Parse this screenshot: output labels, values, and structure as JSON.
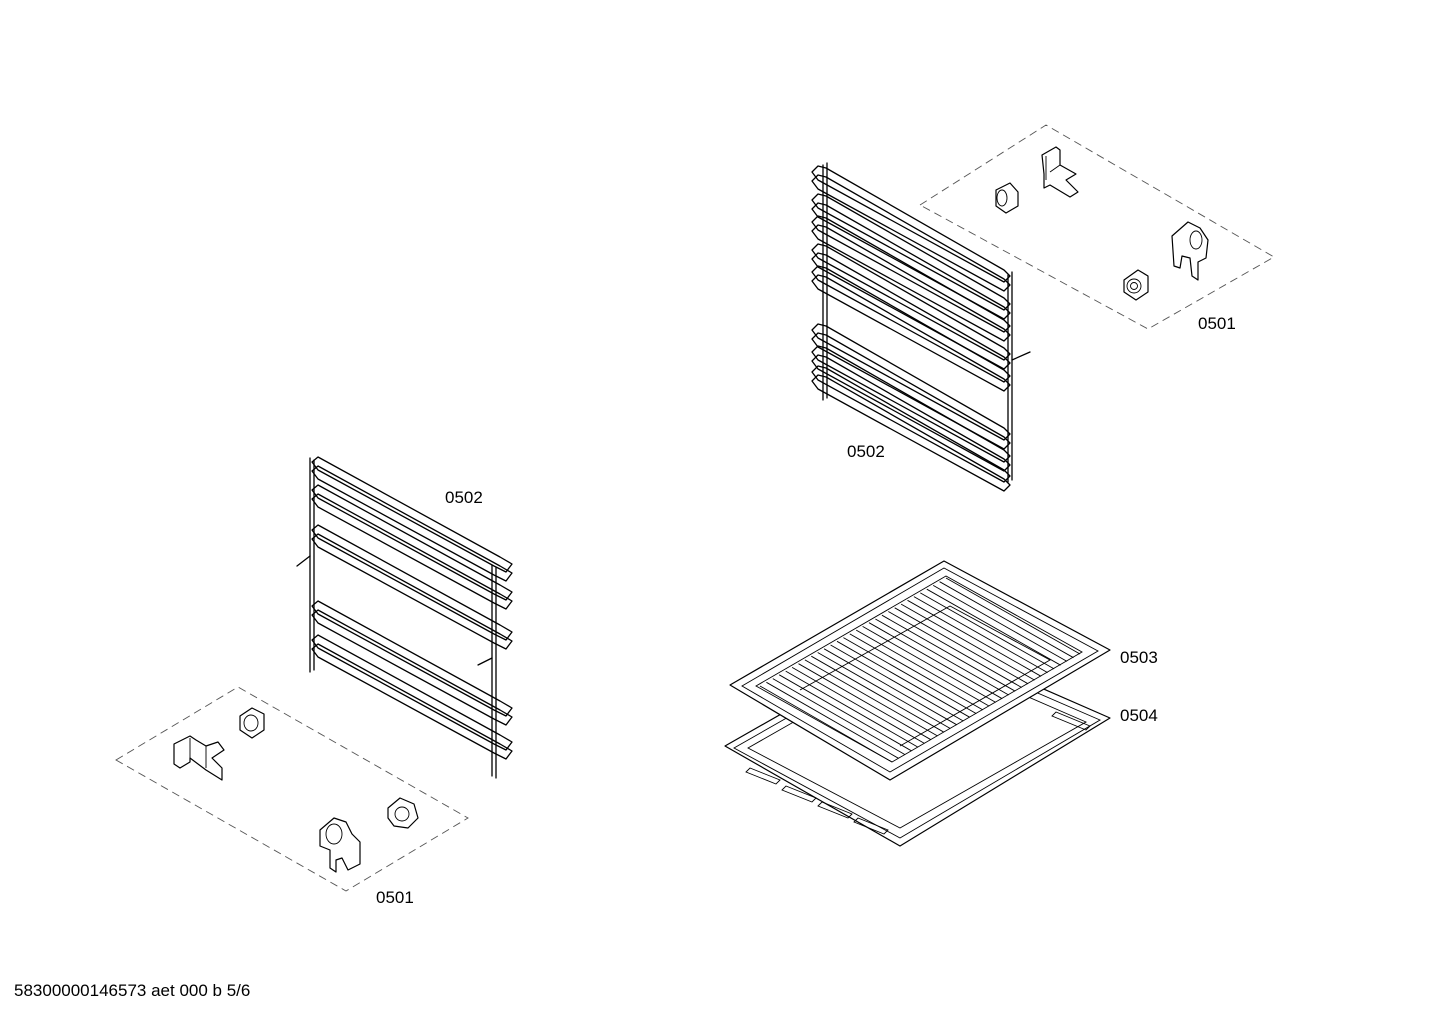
{
  "diagram": {
    "parts": [
      {
        "id": "rail-right",
        "label": "0502"
      },
      {
        "id": "kit-right",
        "label": "0501"
      },
      {
        "id": "rail-left",
        "label": "0502"
      },
      {
        "id": "kit-left",
        "label": "0501"
      },
      {
        "id": "wire-shelf",
        "label": "0503"
      },
      {
        "id": "baking-tray",
        "label": "0504"
      }
    ],
    "reference": "58300000146573 aet 000 b 5/6"
  }
}
